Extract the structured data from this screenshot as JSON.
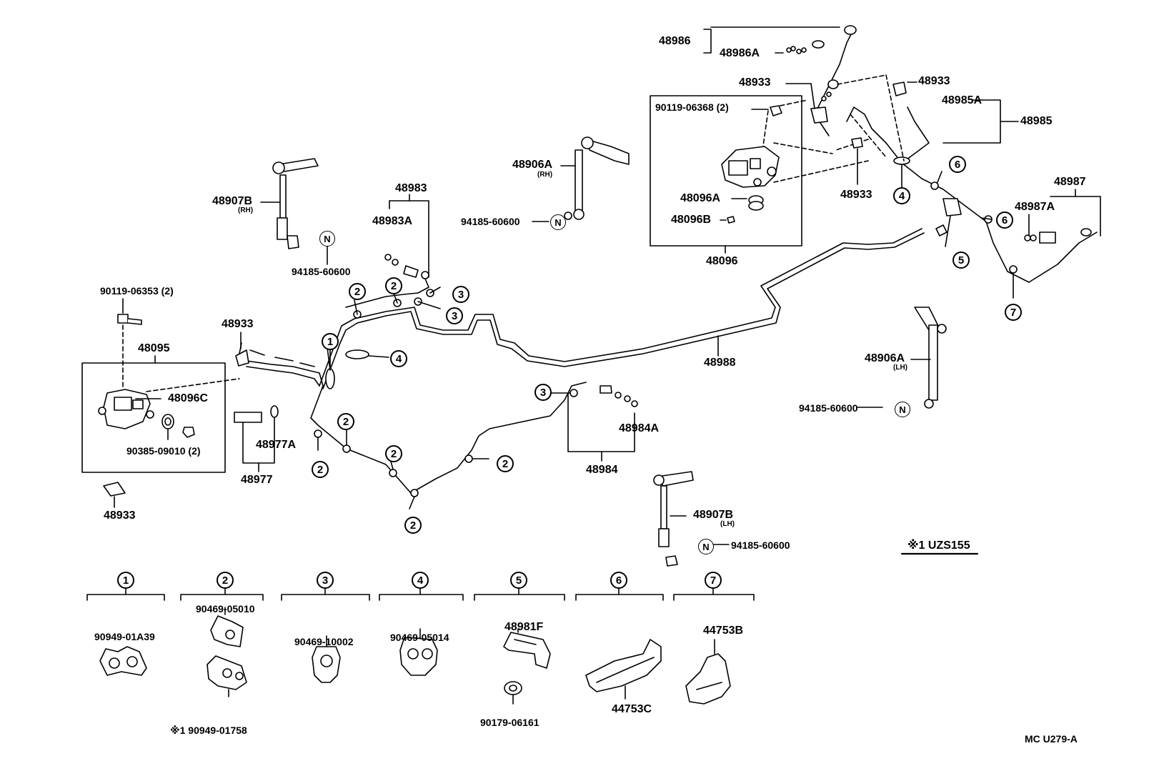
{
  "labels": {
    "p48986": "48986",
    "p48986A": "48986A",
    "p48933_top": "48933",
    "p48933_tr": "48933",
    "p90119_06368": "90119-06368 (2)",
    "p48985A": "48985A",
    "p48985": "48985",
    "p48906A_rh": "48906A",
    "rh1": "(RH)",
    "p94185_a": "94185-60600",
    "p48096A": "48096A",
    "p48096B": "48096B",
    "p48096": "48096",
    "p48933_mid": "48933",
    "p48987": "48987",
    "p48987A": "48987A",
    "p48907B_rh": "48907B",
    "rh2": "(RH)",
    "p94185_b": "94185-60600",
    "p48983": "48983",
    "p48983A": "48983A",
    "p90119_06353": "90119-06353 (2)",
    "p48933_left": "48933",
    "p48095": "48095",
    "p48096C": "48096C",
    "p90385": "90385-09010 (2)",
    "p48977A": "48977A",
    "p48977": "48977",
    "p48933_bot": "48933",
    "p48988": "48988",
    "p48906A_lh": "48906A",
    "lh1": "(LH)",
    "p94185_c": "94185-60600",
    "p48984A": "48984A",
    "p48984": "48984",
    "p48907B_lh": "48907B",
    "lh2": "(LH)",
    "p94185_d": "94185-60600",
    "uzs": "※1 UZS155",
    "p90949_01A39": "90949-01A39",
    "p90469_05010": "90469-05010",
    "p90949_01758": "※1 90949-01758",
    "p90469_10002": "90469-10002",
    "p90469_05014": "90469-05014",
    "p48981F": "48981F",
    "p90179": "90179-06161",
    "p44753C": "44753C",
    "p44753B": "44753B",
    "ref": "MC  U279-A"
  },
  "callouts": {
    "one": "1",
    "two": "2",
    "three": "3",
    "four": "4",
    "five": "5",
    "six": "6",
    "seven": "7",
    "n": "N"
  }
}
